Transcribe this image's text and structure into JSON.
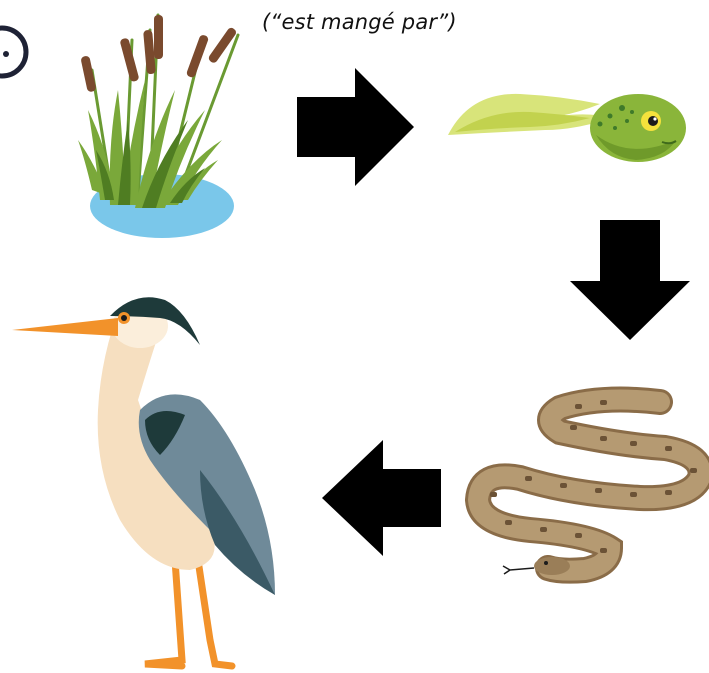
{
  "caption": "(“est mangé par”)",
  "organisms": [
    {
      "id": "reeds",
      "icon": "cattail-reeds-icon"
    },
    {
      "id": "tadpole",
      "icon": "tadpole-icon"
    },
    {
      "id": "snake",
      "icon": "snake-icon"
    },
    {
      "id": "heron",
      "icon": "heron-icon"
    }
  ],
  "arrows": [
    "right",
    "down",
    "left"
  ],
  "colors": {
    "arrow": "#000000",
    "water": "#7ac7ea",
    "reed_green": "#6a9a32",
    "cattail_brown": "#7a4a2e",
    "tadpole_green": "#8ab53a",
    "snake_tan": "#b59a72",
    "heron_grey": "#6f8a99",
    "heron_beak": "#f2922a"
  }
}
